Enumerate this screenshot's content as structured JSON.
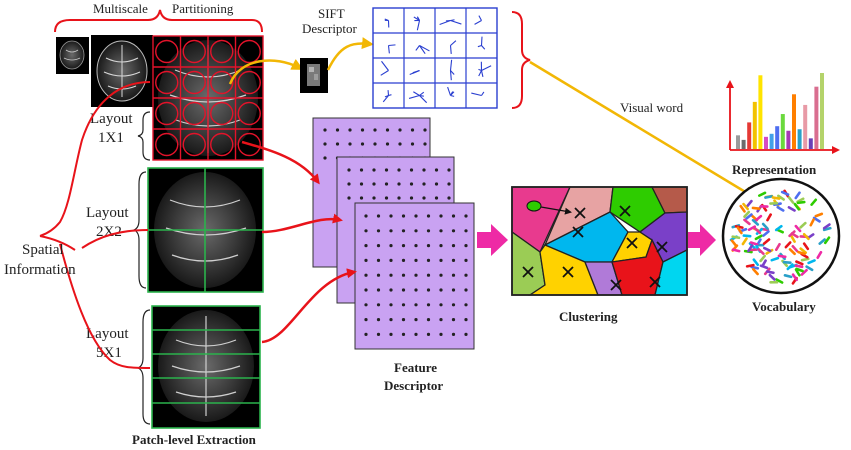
{
  "labels": {
    "multiscale": "Multiscale",
    "partitioning": "Partitioning",
    "sift": "SIFT",
    "descriptor": "Descriptor",
    "visual_word": "Visual word",
    "layout": "Layout",
    "layout_1x1": "1X1",
    "layout_2x2": "2X2",
    "layout_5x1": "5X1",
    "spatial": "Spatial",
    "information": "Information",
    "patch_extraction": "Patch-level Extraction",
    "feature": "Feature",
    "feature_descriptor": "Descriptor",
    "clustering": "Clustering",
    "representation": "Representation",
    "vocabulary": "Vocabulary"
  },
  "colors": {
    "arrow_red": "#e8131a",
    "arrow_yellow": "#f2b705",
    "brace_red": "#e8131a",
    "grid_red": "#e3132a",
    "grid_green": "#2bb24c",
    "feature_panel": "#c9a2f2",
    "big_arrow": "#ee2aa5",
    "sift_blue": "#2a3fd0",
    "cluster_cyan": "#00b7ee",
    "cluster_yellow": "#ffd200",
    "cluster_green": "#2ecc00",
    "cluster_pink": "#e83a8e",
    "cluster_violet": "#b07ad8",
    "cluster_olive": "#9bcc55"
  },
  "histogram": [
    0.18,
    0.12,
    0.35,
    0.62,
    0.97,
    0.16,
    0.2,
    0.3,
    0.46,
    0.24,
    0.72,
    0.26,
    0.58,
    0.14,
    0.82,
    1.0
  ],
  "histogram_colors": [
    "#9b9b9b",
    "#6c6c6c",
    "#e53935",
    "#f2c200",
    "#ffe400",
    "#d64bc3",
    "#43a0e8",
    "#4e6ef0",
    "#6bd93d",
    "#a63ab5",
    "#ff7f00",
    "#2aa0c8",
    "#e89aa6",
    "#6a3fb6",
    "#d96e90",
    "#b4d36b"
  ]
}
